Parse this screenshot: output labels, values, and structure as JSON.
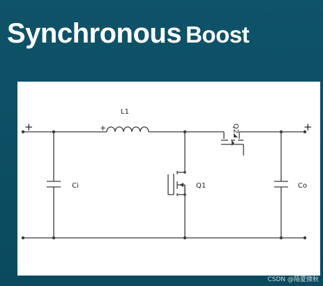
{
  "slide": {
    "title_word1": "Synchronous",
    "title_word2": "Boost"
  },
  "circuit": {
    "inductor_label": "L1",
    "inductor_polarity": "+",
    "input_cap_label": "Ci",
    "output_cap_label": "Co",
    "low_switch_label": "Q1",
    "high_switch_label": "Q2",
    "input_plus": "+",
    "output_plus": "+"
  },
  "watermark": "CSDN @陌夏微秋"
}
